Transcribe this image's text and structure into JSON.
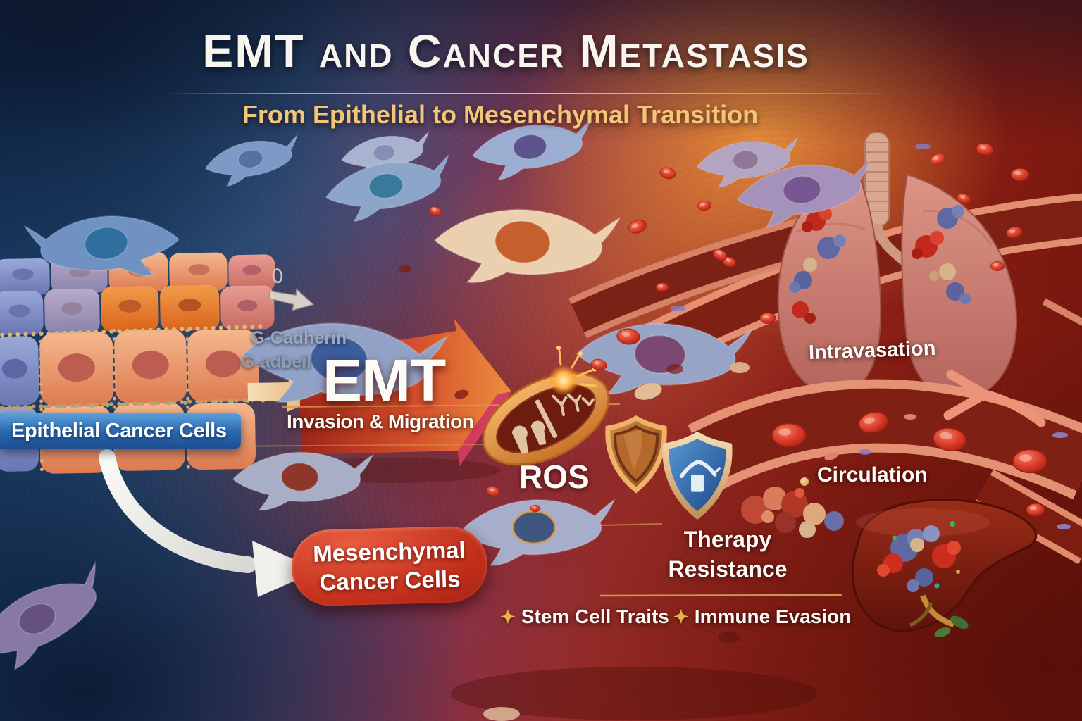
{
  "header": {
    "title": "EMT and Cancer Metastasis",
    "subtitle": "From Epithelial to Mesenchymal Transition"
  },
  "stages": {
    "epithelial": {
      "banner": "Epithelial Cancer Cells",
      "adhesion_labels": [
        "G-Cadherin",
        "G-adbeil"
      ]
    },
    "emt": {
      "label": "EMT",
      "sublabel": "Invasion & Migration"
    },
    "ros": {
      "label": "ROS"
    },
    "intravasation": {
      "label": "Intravasation"
    },
    "circulation": {
      "label": "Circulation"
    },
    "therapy_resistance": {
      "line1": "Therapy",
      "line2": "Resistance"
    },
    "mesenchymal": {
      "banner_line1": "Mesenchymal",
      "banner_line2": "Cancer Cells"
    },
    "traits": {
      "stem": "Stem Cell Traits",
      "immune": "Immune Evasion",
      "bullet": "✦"
    }
  },
  "icons": {
    "mitochondrion": "mitochondrion-icon",
    "ros_burst": "ros-burst-icon",
    "orange_shield": "shield-icon",
    "blue_shield": "shield-house-icon",
    "star_bullet": "four-point-star-icon",
    "emt_arrow": "big-red-right-arrow",
    "transition_arrow": "tan-right-arrow",
    "detach_arrow": "silver-right-arrow",
    "curved_arrow": "white-curved-arrow",
    "organs": [
      "lungs",
      "liver",
      "blood-vessel",
      "epithelial-cell-sheet",
      "mesenchymal-spindle-cells",
      "red-blood-cells",
      "ctc-cluster"
    ]
  },
  "colors": {
    "accent_gold": "#e8b44a",
    "subtitle_gold": "#f2c678",
    "epithelial_banner_blue": "#2a66ad",
    "mesenchymal_banner_red": "#c22f1b",
    "emt_arrow_red": "#d84a28",
    "vessel_salmon": "#e79677",
    "vessel_lumen": "#7e2014",
    "background_blue": "#1e4168",
    "background_red": "#8e2117",
    "gray_label": "#9aa7bc"
  }
}
